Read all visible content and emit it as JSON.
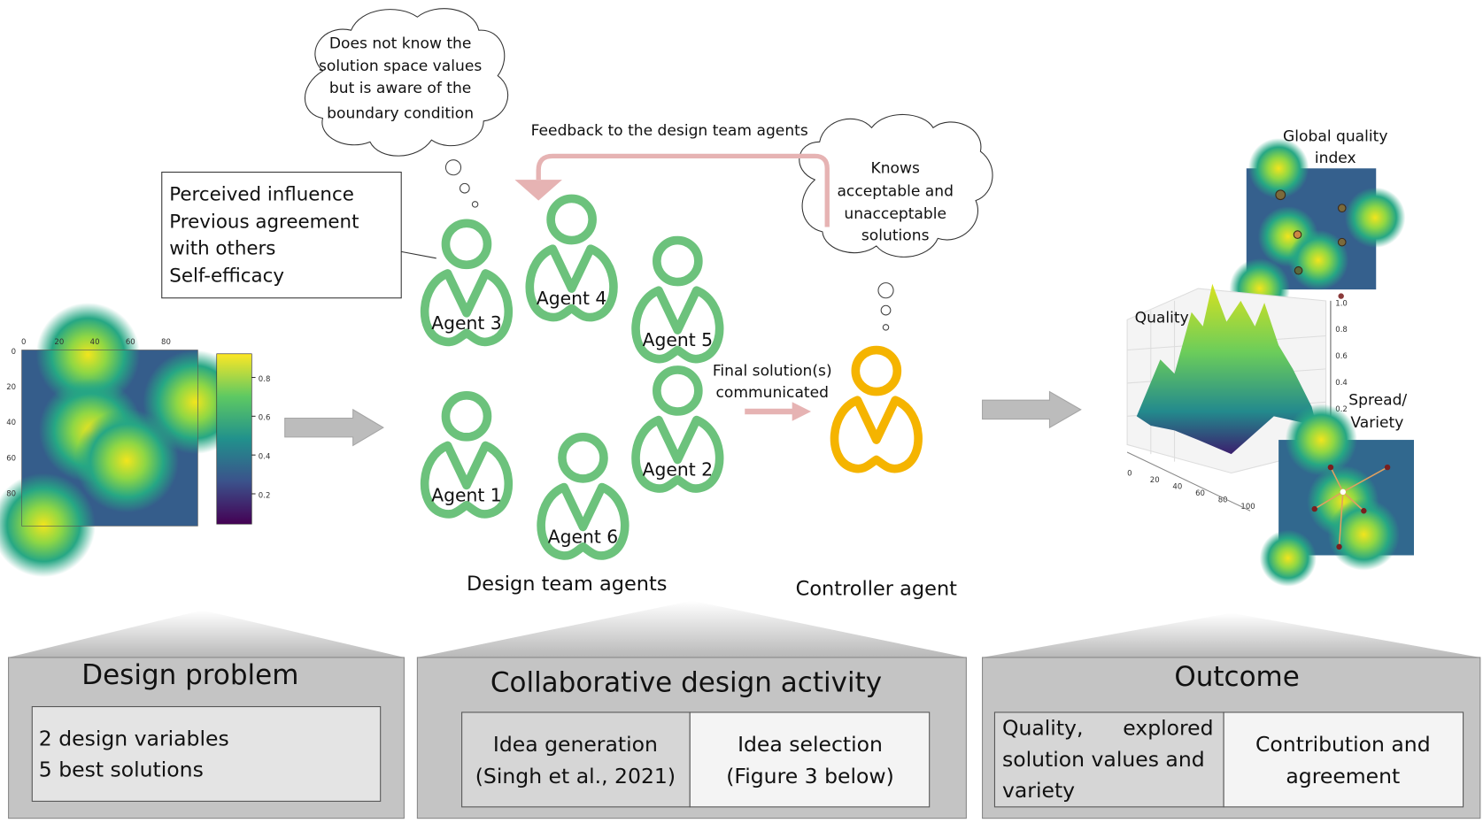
{
  "thought_team": [
    "Does not know the",
    "solution space values",
    "but is aware of the",
    "boundary condition"
  ],
  "thought_controller": [
    "Knows",
    "acceptable and",
    "unacceptable",
    "solutions"
  ],
  "feedback_label": "Feedback to the design team agents",
  "final_label": [
    "Final solution(s)",
    "communicated"
  ],
  "attributes_box": [
    "Perceived influence",
    "Previous agreement",
    "with others",
    "Self-efficacy"
  ],
  "agents": [
    {
      "label": "Agent 3"
    },
    {
      "label": "Agent 4"
    },
    {
      "label": "Agent 5"
    },
    {
      "label": "Agent 1"
    },
    {
      "label": "Agent 6"
    },
    {
      "label": "Agent 2"
    }
  ],
  "team_caption": "Design team agents",
  "controller_caption": "Controller agent",
  "heatmap": {
    "x_ticks": [
      "0",
      "20",
      "40",
      "60",
      "80"
    ],
    "y_ticks": [
      "0",
      "20",
      "40",
      "60",
      "80"
    ],
    "colorbar_ticks": [
      "0.8",
      "0.6",
      "0.4",
      "0.2"
    ]
  },
  "outcome_plots": {
    "global_title": [
      "Global quality",
      "index"
    ],
    "quality_label": "Quality",
    "spread_label": [
      "Spread/",
      "Variety"
    ],
    "z_ticks": [
      "1.0",
      "0.8",
      "0.6",
      "0.4",
      "0.2"
    ],
    "x_ticks_3d": [
      "0",
      "20",
      "40",
      "60",
      "80",
      "100"
    ]
  },
  "houses": {
    "problem": {
      "title": "Design problem",
      "lines": [
        "2 design variables",
        "5 best solutions"
      ]
    },
    "activity": {
      "title": "Collaborative design activity",
      "left": [
        "Idea generation",
        "(Singh et al., 2021)"
      ],
      "right": [
        "Idea selection",
        "(Figure 3 below)"
      ]
    },
    "outcome": {
      "title": "Outcome",
      "left": [
        "Quality,      explored",
        "solution values and",
        "variety"
      ],
      "right": [
        "Contribution and",
        "agreement"
      ]
    }
  },
  "colors": {
    "team_green": "#6cc27c",
    "controller_yellow": "#f5b400",
    "arrow_pink": "#e6b3b3",
    "arrow_gray": "#bcbcbc"
  }
}
